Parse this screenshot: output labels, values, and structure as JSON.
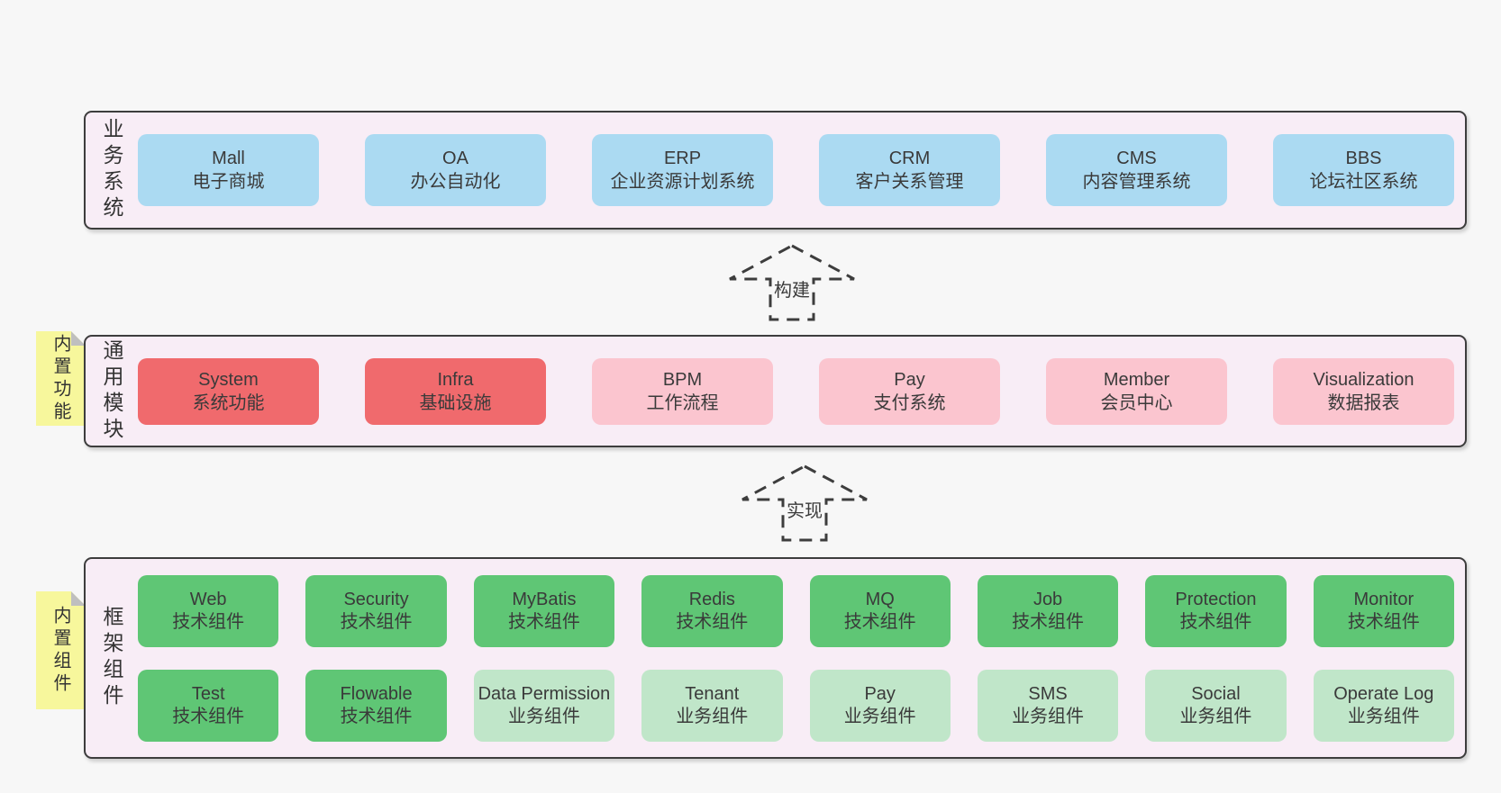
{
  "colors": {
    "canvas_bg": "#f7f7f7",
    "panel_bg": "#f8edf6",
    "panel_border": "#3d3d3d",
    "box_blue": "#abdaf2",
    "box_red": "#f06a6d",
    "box_pink": "#fbc5cf",
    "box_green": "#5fc675",
    "box_green_light": "#c0e6c9",
    "sticky_yellow": "#f7f79c",
    "sticky_fold": "#bfbfbf",
    "text": "#3a3a3a"
  },
  "arrows": [
    {
      "label": "构建"
    },
    {
      "label": "实现"
    }
  ],
  "layers": [
    {
      "label": "业务系统",
      "boxes": [
        {
          "title": "Mall",
          "subtitle": "电子商城",
          "variant": "blue"
        },
        {
          "title": "OA",
          "subtitle": "办公自动化",
          "variant": "blue"
        },
        {
          "title": "ERP",
          "subtitle": "企业资源计划系统",
          "variant": "blue"
        },
        {
          "title": "CRM",
          "subtitle": "客户关系管理",
          "variant": "blue"
        },
        {
          "title": "CMS",
          "subtitle": "内容管理系统",
          "variant": "blue"
        },
        {
          "title": "BBS",
          "subtitle": "论坛社区系统",
          "variant": "blue"
        }
      ]
    },
    {
      "label": "通用模块",
      "note": "内置功能",
      "boxes": [
        {
          "title": "System",
          "subtitle": "系统功能",
          "variant": "red"
        },
        {
          "title": "Infra",
          "subtitle": "基础设施",
          "variant": "red"
        },
        {
          "title": "BPM",
          "subtitle": "工作流程",
          "variant": "pink"
        },
        {
          "title": "Pay",
          "subtitle": "支付系统",
          "variant": "pink"
        },
        {
          "title": "Member",
          "subtitle": "会员中心",
          "variant": "pink"
        },
        {
          "title": "Visualization",
          "subtitle": "数据报表",
          "variant": "pink"
        }
      ]
    },
    {
      "label": "框架组件",
      "note": "内置组件",
      "rows": [
        [
          {
            "title": "Web",
            "subtitle": "技术组件",
            "variant": "green"
          },
          {
            "title": "Security",
            "subtitle": "技术组件",
            "variant": "green"
          },
          {
            "title": "MyBatis",
            "subtitle": "技术组件",
            "variant": "green"
          },
          {
            "title": "Redis",
            "subtitle": "技术组件",
            "variant": "green"
          },
          {
            "title": "MQ",
            "subtitle": "技术组件",
            "variant": "green"
          },
          {
            "title": "Job",
            "subtitle": "技术组件",
            "variant": "green"
          },
          {
            "title": "Protection",
            "subtitle": "技术组件",
            "variant": "green"
          },
          {
            "title": "Monitor",
            "subtitle": "技术组件",
            "variant": "green"
          }
        ],
        [
          {
            "title": "Test",
            "subtitle": "技术组件",
            "variant": "green"
          },
          {
            "title": "Flowable",
            "subtitle": "技术组件",
            "variant": "green"
          },
          {
            "title": "Data Permission",
            "subtitle": "业务组件",
            "variant": "green-light"
          },
          {
            "title": "Tenant",
            "subtitle": "业务组件",
            "variant": "green-light"
          },
          {
            "title": "Pay",
            "subtitle": "业务组件",
            "variant": "green-light"
          },
          {
            "title": "SMS",
            "subtitle": "业务组件",
            "variant": "green-light"
          },
          {
            "title": "Social",
            "subtitle": "业务组件",
            "variant": "green-light"
          },
          {
            "title": "Operate Log",
            "subtitle": "业务组件",
            "variant": "green-light"
          }
        ]
      ]
    }
  ]
}
